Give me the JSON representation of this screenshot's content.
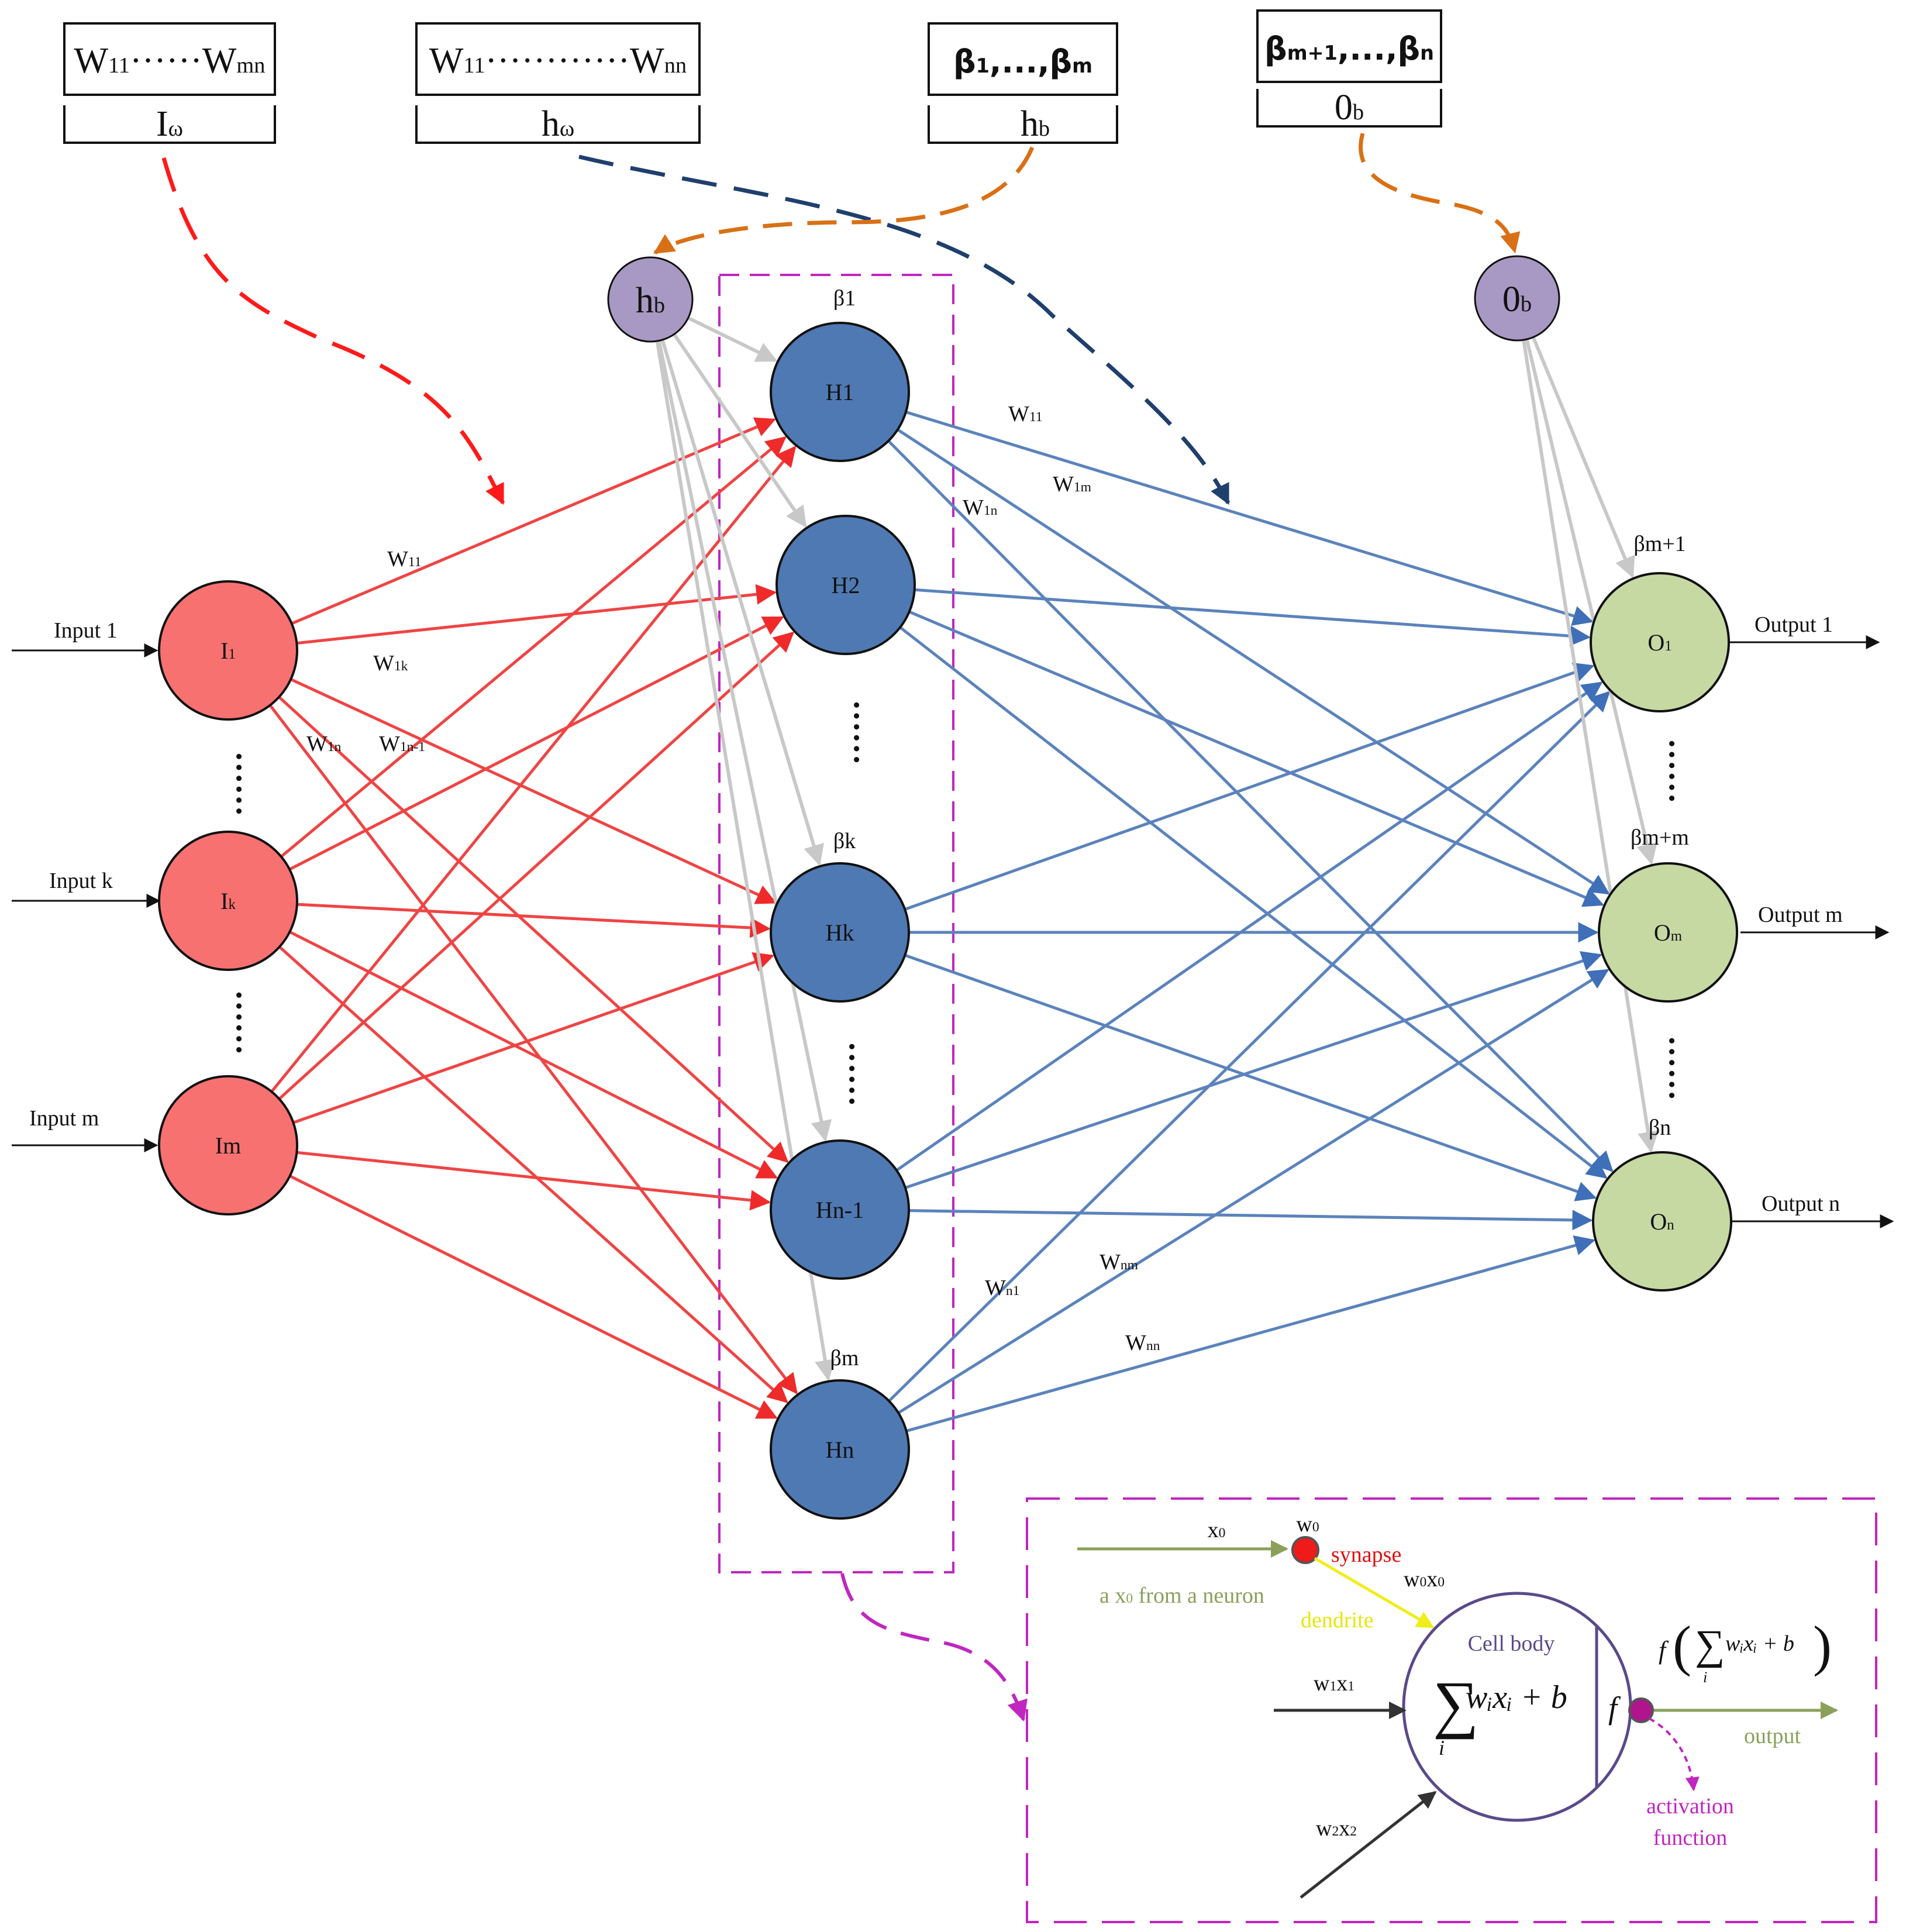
{
  "colors": {
    "input_node": "#f87171",
    "hidden_node": "#4f79b2",
    "output_node": "#c7d9a3",
    "bias_node": "#a899c4",
    "red_edge": "#ef4444",
    "blue_edge": "#5b83bc",
    "gray_edge": "#c8c8c8",
    "magenta": "#c026c0",
    "orange": "#d97016",
    "navy": "#1f3f6d",
    "olive": "#8ba05a",
    "yellow": "#f0ee1a",
    "dark": "#333333"
  },
  "boxes": [
    {
      "id": "iw_box",
      "top": "W11······Wmn",
      "bottom": "Iω",
      "top_parts": [
        "W",
        "11",
        "······W",
        "mn"
      ],
      "bottom_parts": [
        "I",
        "ω"
      ]
    },
    {
      "id": "hw_box",
      "top": "W11············Wnn",
      "bottom": "hω",
      "top_parts": [
        "W",
        "11",
        "············W",
        "nn"
      ],
      "bottom_parts": [
        "h",
        "ω"
      ]
    },
    {
      "id": "hb_box",
      "top": "β1,...,βm",
      "bottom": "hb",
      "top_parts": [
        "β",
        "1",
        ",...,β",
        "m"
      ],
      "bottom_parts": [
        "h",
        "b"
      ]
    },
    {
      "id": "ob_box",
      "top": "βm+1,...,βn",
      "bottom": "0b",
      "top_parts": [
        "β",
        "m+1",
        ",...,β",
        "n"
      ],
      "bottom_parts": [
        "0",
        "b"
      ]
    }
  ],
  "bias_nodes": [
    {
      "id": "hb",
      "label": "hb",
      "parts": [
        "h",
        "b"
      ]
    },
    {
      "id": "ob",
      "label": "0b",
      "parts": [
        "0",
        "b"
      ]
    }
  ],
  "input_nodes": [
    {
      "id": "I1",
      "label": "I1",
      "parts": [
        "I",
        "1"
      ],
      "input_label": "Input 1"
    },
    {
      "id": "Ik",
      "label": "Ik",
      "parts": [
        "I",
        "k"
      ],
      "input_label": "Input k"
    },
    {
      "id": "Im",
      "label": "Im",
      "parts": [
        "Im",
        ""
      ],
      "input_label": "Input m"
    }
  ],
  "hidden_nodes": [
    {
      "id": "H1",
      "label": "H1",
      "beta": "β1"
    },
    {
      "id": "H2",
      "label": "H2",
      "beta": ""
    },
    {
      "id": "Hk",
      "label": "Hk",
      "beta": "βk"
    },
    {
      "id": "Hn-1",
      "label": "Hn-1",
      "beta": ""
    },
    {
      "id": "Hn",
      "label": "Hn",
      "beta": "βm"
    }
  ],
  "output_nodes": [
    {
      "id": "O1",
      "label": "O1",
      "parts": [
        "O",
        "1"
      ],
      "beta": "βm+1",
      "output_label": "Output 1"
    },
    {
      "id": "Om",
      "label": "Om",
      "parts": [
        "O",
        "m"
      ],
      "beta": "βm+m",
      "output_label": "Output m"
    },
    {
      "id": "On",
      "label": "On",
      "parts": [
        "O",
        "n"
      ],
      "beta": "βn",
      "output_label": "Output n"
    }
  ],
  "weight_labels": [
    {
      "id": "w11_in",
      "text": "W11",
      "parts": [
        "W",
        "11"
      ]
    },
    {
      "id": "w1k_in",
      "text": "W1k",
      "parts": [
        "W",
        "1k"
      ]
    },
    {
      "id": "w1n_in",
      "text": "W1n",
      "parts": [
        "W",
        "1n"
      ]
    },
    {
      "id": "w1n1_in",
      "text": "W1n-1",
      "parts": [
        "W",
        "1n-1"
      ]
    },
    {
      "id": "w11_out",
      "text": "W11",
      "parts": [
        "W",
        "11"
      ]
    },
    {
      "id": "w1m_out",
      "text": "W1m",
      "parts": [
        "W",
        "1m"
      ]
    },
    {
      "id": "w1n_out",
      "text": "W1n",
      "parts": [
        "W",
        "1n"
      ]
    },
    {
      "id": "wnm_out",
      "text": "Wnm",
      "parts": [
        "W",
        "nm"
      ]
    },
    {
      "id": "wn1_out",
      "text": "Wn1",
      "parts": [
        "W",
        "n1"
      ]
    },
    {
      "id": "wnn_out",
      "text": "Wnn",
      "parts": [
        "W",
        "nn"
      ]
    }
  ],
  "dots": "······",
  "inset": {
    "x0": "x0",
    "x0_parts": [
      "x",
      "0"
    ],
    "w0": "w0",
    "w0_parts": [
      "w",
      "0"
    ],
    "synapse": "synapse",
    "w0x0": "w0x0",
    "w0x0_parts": [
      "w",
      "0",
      "x",
      "0"
    ],
    "from_neuron": "a x0 from a neuron",
    "from_neuron_parts": [
      "a x",
      "0",
      " from a neuron"
    ],
    "dendrite": "dendrite",
    "cell_body": "Cell body",
    "w1x1": "w1x1",
    "w1x1_parts": [
      "w",
      "1",
      "x",
      "1"
    ],
    "w2x2": "w2x2",
    "w2x2_parts": [
      "w",
      "2",
      "x",
      "2"
    ],
    "sum_formula": "∑ wᵢxᵢ + b",
    "sum_symbol": "∑",
    "sum_index": "i",
    "sum_body": "wᵢxᵢ + b",
    "f_symbol": "f",
    "f_formula": "f ( ∑ wᵢxᵢ + b )",
    "f_body": "wᵢxᵢ + b",
    "output": "output",
    "activation_1": "activation",
    "activation_2": "function"
  }
}
